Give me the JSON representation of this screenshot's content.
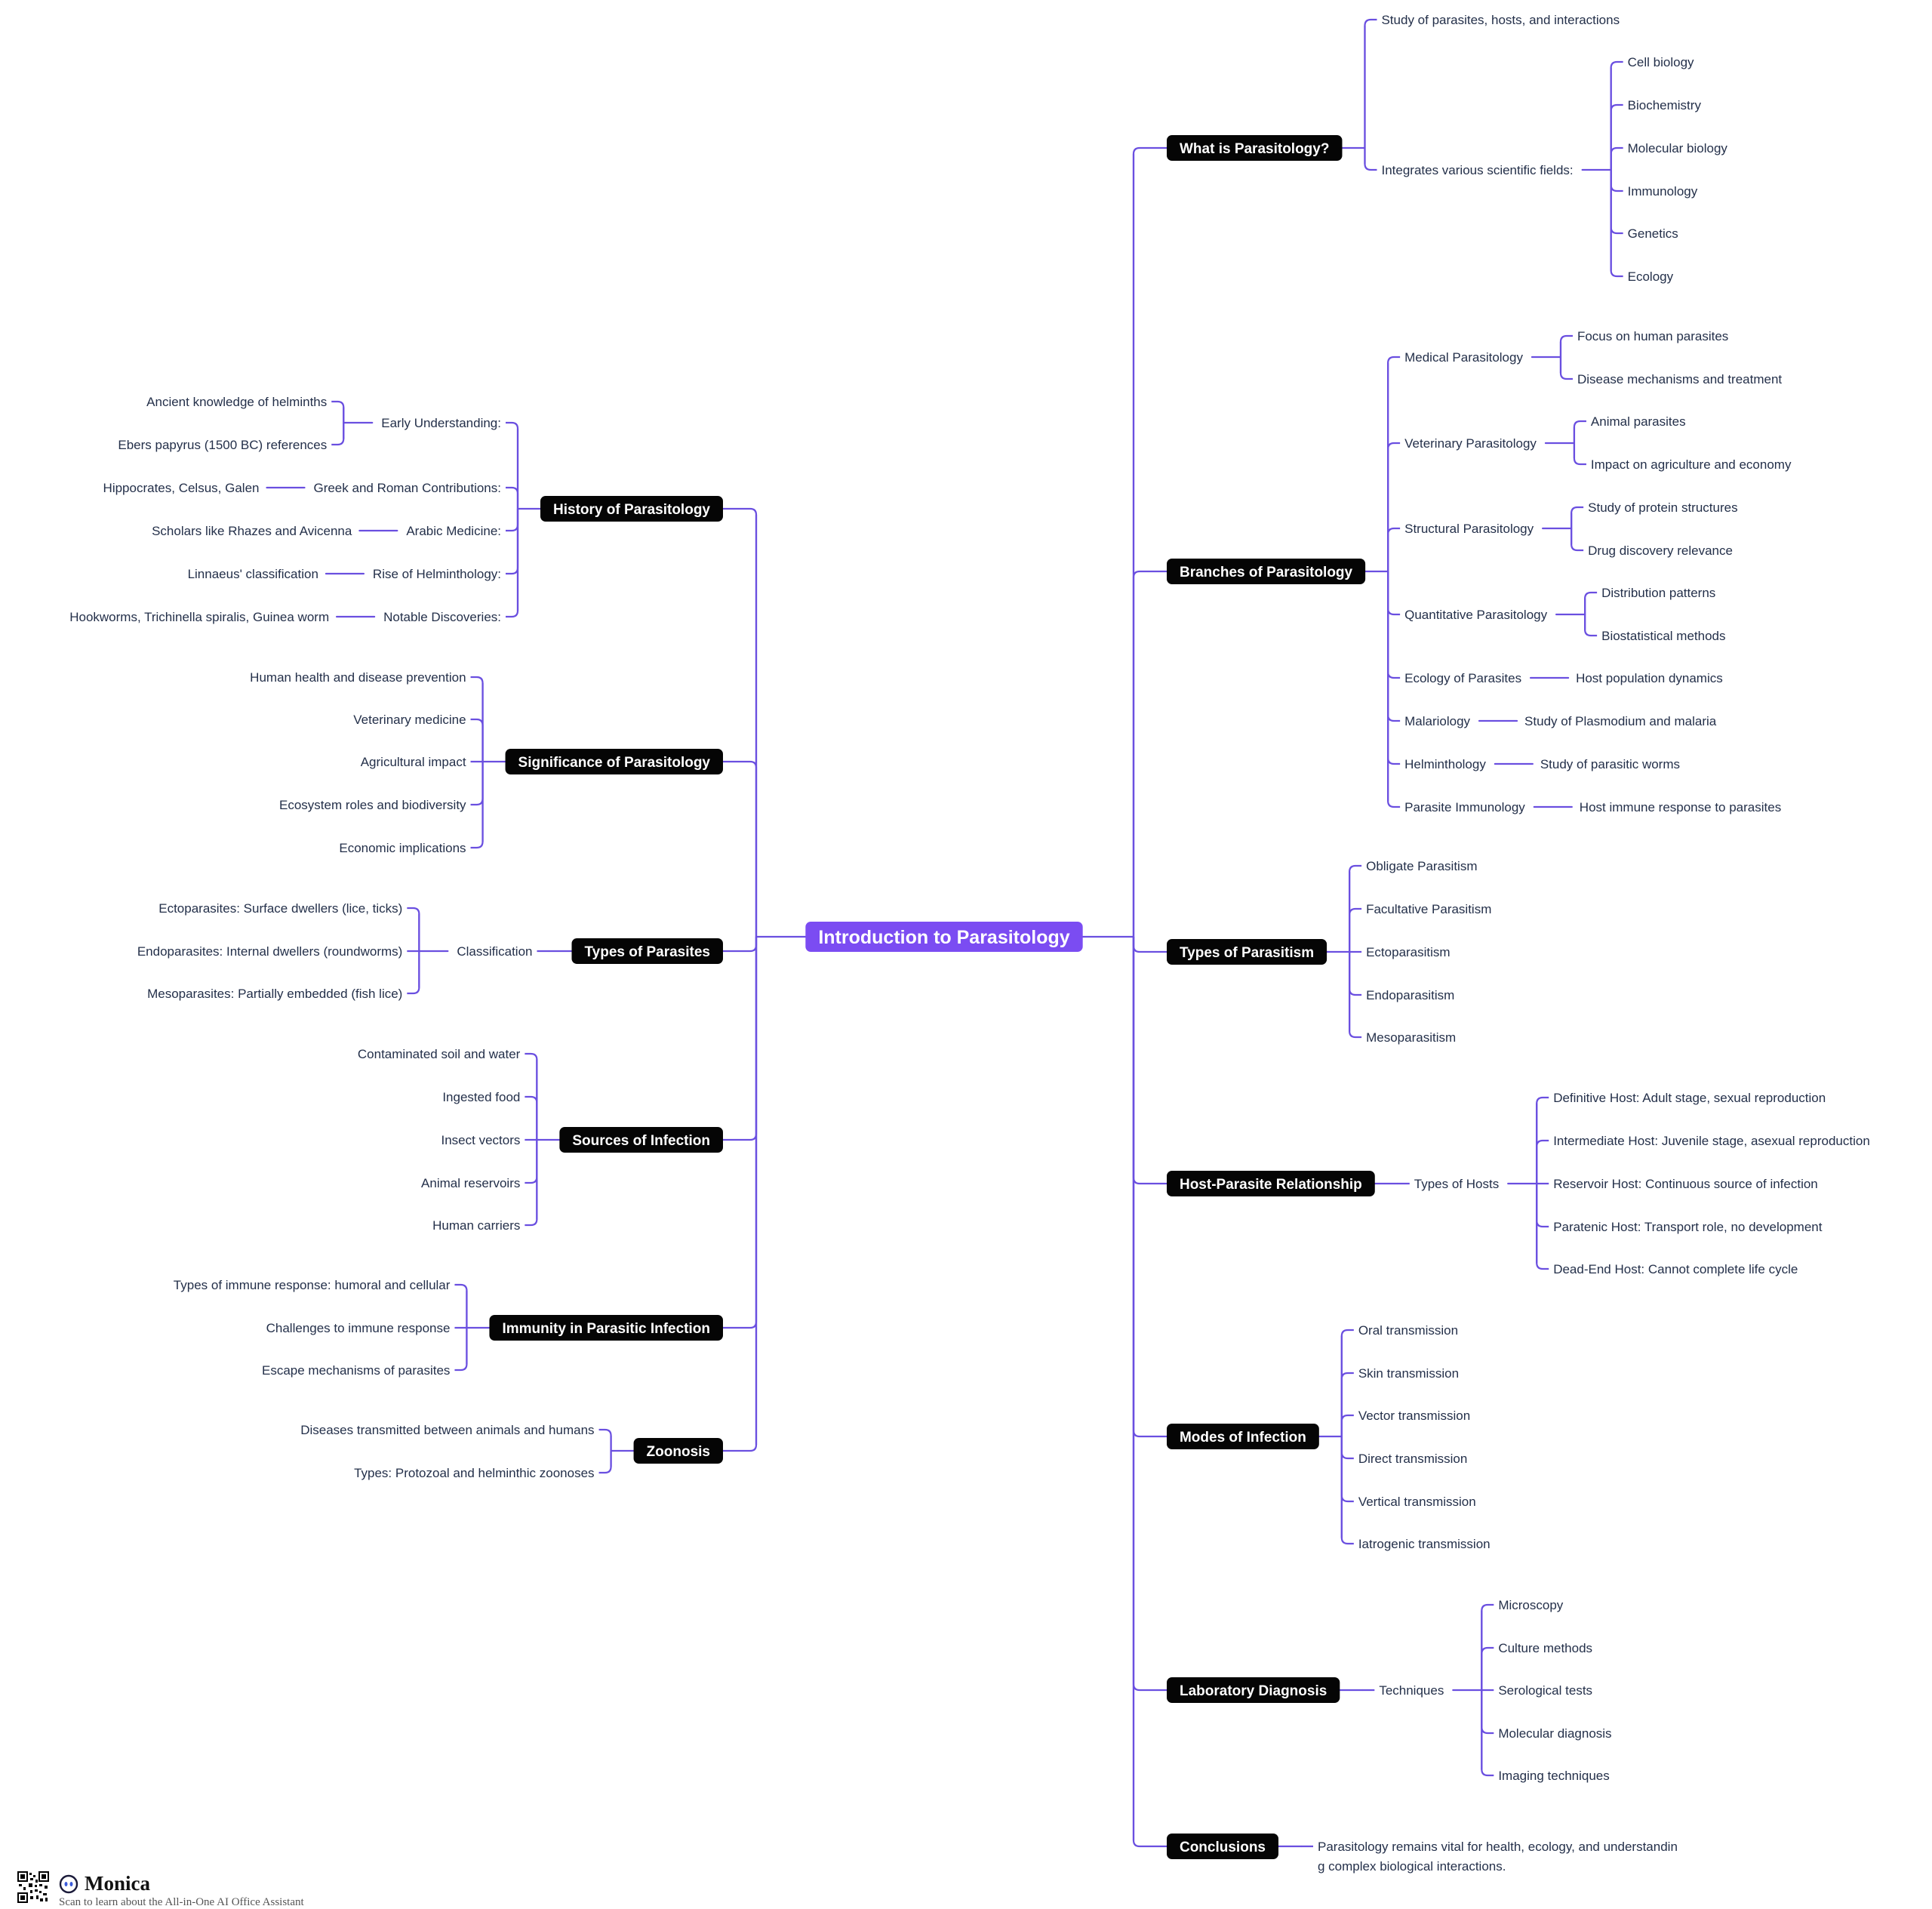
{
  "colors": {
    "line": "#6a4fe0",
    "root_fill": "#7b4cf2",
    "branch_fill": "#050505",
    "text": "#24304a",
    "branch_text": "#ffffff"
  },
  "root": {
    "label": "Introduction to Parasitology",
    "left": [
      {
        "label": "History of Parasitology",
        "children": [
          {
            "label": "Early Understanding:",
            "children": [
              {
                "label": "Ancient knowledge of helminths"
              },
              {
                "label": "Ebers papyrus (1500 BC) references"
              }
            ]
          },
          {
            "label": "Greek and Roman Contributions:",
            "children": [
              {
                "label": "Hippocrates, Celsus, Galen"
              }
            ]
          },
          {
            "label": "Arabic Medicine:",
            "children": [
              {
                "label": "Scholars like Rhazes and Avicenna"
              }
            ]
          },
          {
            "label": "Rise of Helminthology:",
            "children": [
              {
                "label": "Linnaeus' classification"
              }
            ]
          },
          {
            "label": "Notable Discoveries:",
            "children": [
              {
                "label": "Hookworms, Trichinella spiralis, Guinea worm"
              }
            ]
          }
        ]
      },
      {
        "label": "Significance of Parasitology",
        "children": [
          {
            "label": "Human health and disease prevention"
          },
          {
            "label": "Veterinary medicine"
          },
          {
            "label": "Agricultural impact"
          },
          {
            "label": "Ecosystem roles and biodiversity"
          },
          {
            "label": "Economic implications"
          }
        ]
      },
      {
        "label": "Types of Parasites",
        "children": [
          {
            "label": "Classification",
            "children": [
              {
                "label": "Ectoparasites: Surface dwellers (lice, ticks)"
              },
              {
                "label": "Endoparasites: Internal dwellers (roundworms)"
              },
              {
                "label": "Mesoparasites: Partially embedded (fish lice)"
              }
            ]
          }
        ]
      },
      {
        "label": "Sources of Infection",
        "children": [
          {
            "label": "Contaminated soil and water"
          },
          {
            "label": "Ingested food"
          },
          {
            "label": "Insect vectors"
          },
          {
            "label": "Animal reservoirs"
          },
          {
            "label": "Human carriers"
          }
        ]
      },
      {
        "label": "Immunity in Parasitic Infection",
        "children": [
          {
            "label": "Types of immune response: humoral and cellular"
          },
          {
            "label": "Challenges to immune response"
          },
          {
            "label": "Escape mechanisms of parasites"
          }
        ]
      },
      {
        "label": "Zoonosis",
        "children": [
          {
            "label": "Diseases transmitted between animals and humans"
          },
          {
            "label": "Types: Protozoal and helminthic zoonoses"
          }
        ]
      }
    ],
    "right": [
      {
        "label": "What is Parasitology?",
        "children": [
          {
            "label": "Study of parasites, hosts, and interactions"
          },
          {
            "label": "Integrates various scientific fields:",
            "children": [
              {
                "label": "Cell biology"
              },
              {
                "label": "Biochemistry"
              },
              {
                "label": "Molecular biology"
              },
              {
                "label": "Immunology"
              },
              {
                "label": "Genetics"
              },
              {
                "label": "Ecology"
              }
            ]
          }
        ]
      },
      {
        "label": "Branches of Parasitology",
        "children": [
          {
            "label": "Medical Parasitology",
            "children": [
              {
                "label": "Focus on human parasites"
              },
              {
                "label": "Disease mechanisms and treatment"
              }
            ]
          },
          {
            "label": "Veterinary Parasitology",
            "children": [
              {
                "label": "Animal parasites"
              },
              {
                "label": "Impact on agriculture and economy"
              }
            ]
          },
          {
            "label": "Structural Parasitology",
            "children": [
              {
                "label": "Study of protein structures"
              },
              {
                "label": "Drug discovery relevance"
              }
            ]
          },
          {
            "label": "Quantitative Parasitology",
            "children": [
              {
                "label": "Distribution patterns"
              },
              {
                "label": "Biostatistical methods"
              }
            ]
          },
          {
            "label": "Ecology of Parasites",
            "children": [
              {
                "label": "Host population dynamics"
              }
            ]
          },
          {
            "label": "Malariology",
            "children": [
              {
                "label": "Study of Plasmodium and malaria"
              }
            ]
          },
          {
            "label": "Helminthology",
            "children": [
              {
                "label": "Study of parasitic worms"
              }
            ]
          },
          {
            "label": "Parasite Immunology",
            "children": [
              {
                "label": "Host immune response to parasites"
              }
            ]
          }
        ]
      },
      {
        "label": "Types of Parasitism",
        "children": [
          {
            "label": "Obligate Parasitism"
          },
          {
            "label": "Facultative Parasitism"
          },
          {
            "label": "Ectoparasitism"
          },
          {
            "label": "Endoparasitism"
          },
          {
            "label": "Mesoparasitism"
          }
        ]
      },
      {
        "label": "Host-Parasite Relationship",
        "children": [
          {
            "label": "Types of Hosts",
            "children": [
              {
                "label": "Definitive Host: Adult stage, sexual reproduction"
              },
              {
                "label": "Intermediate Host: Juvenile stage, asexual reproduction"
              },
              {
                "label": "Reservoir Host: Continuous source of infection"
              },
              {
                "label": "Paratenic Host: Transport role, no development"
              },
              {
                "label": "Dead-End Host: Cannot complete life cycle"
              }
            ]
          }
        ]
      },
      {
        "label": "Modes of Infection",
        "children": [
          {
            "label": "Oral transmission"
          },
          {
            "label": "Skin transmission"
          },
          {
            "label": "Vector transmission"
          },
          {
            "label": "Direct transmission"
          },
          {
            "label": "Vertical transmission"
          },
          {
            "label": "Iatrogenic transmission"
          }
        ]
      },
      {
        "label": "Laboratory Diagnosis",
        "children": [
          {
            "label": "Techniques",
            "children": [
              {
                "label": "Microscopy"
              },
              {
                "label": "Culture methods"
              },
              {
                "label": "Serological tests"
              },
              {
                "label": "Molecular diagnosis"
              },
              {
                "label": "Imaging techniques"
              }
            ]
          }
        ]
      },
      {
        "label": "Conclusions",
        "children": [
          {
            "label": "Parasitology remains vital for health, ecology, and understandin",
            "label2": "g complex biological interactions."
          }
        ]
      }
    ]
  },
  "footer": {
    "brand": "Monica",
    "tagline": "Scan to learn about the All-in-One AI Office Assistant",
    "qr_icon": "qr-code-icon",
    "logo_icon": "monica-logo-icon"
  }
}
